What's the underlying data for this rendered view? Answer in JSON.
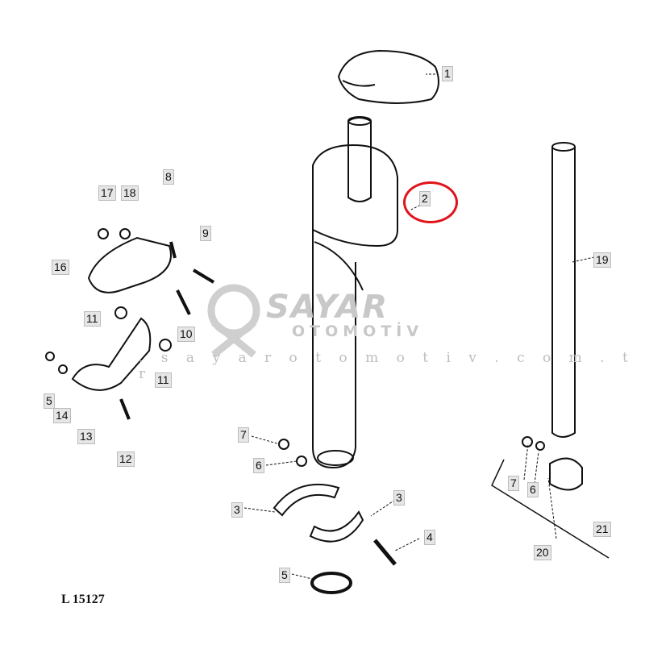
{
  "diagram": {
    "reference": "L 15127",
    "highlight_color": "#e0141b",
    "highlighted_part": "2",
    "labels": {
      "p1": "1",
      "p2": "2",
      "p3a": "3",
      "p3b": "3",
      "p4": "4",
      "p5a": "5",
      "p5b": "5",
      "p6a": "6",
      "p6b": "6",
      "p7a": "7",
      "p7b": "7",
      "p8": "8",
      "p9": "9",
      "p10": "10",
      "p11a": "11",
      "p11b": "11",
      "p12": "12",
      "p13": "13",
      "p14": "14",
      "p16": "16",
      "p17": "17",
      "p18": "18",
      "p19": "19",
      "p20": "20",
      "p21": "21"
    }
  },
  "watermark": {
    "brand": "SAYAR",
    "sub": "OTOMOTİV",
    "url": ". s a y a r o t o m o t i v . c o m . t r"
  }
}
